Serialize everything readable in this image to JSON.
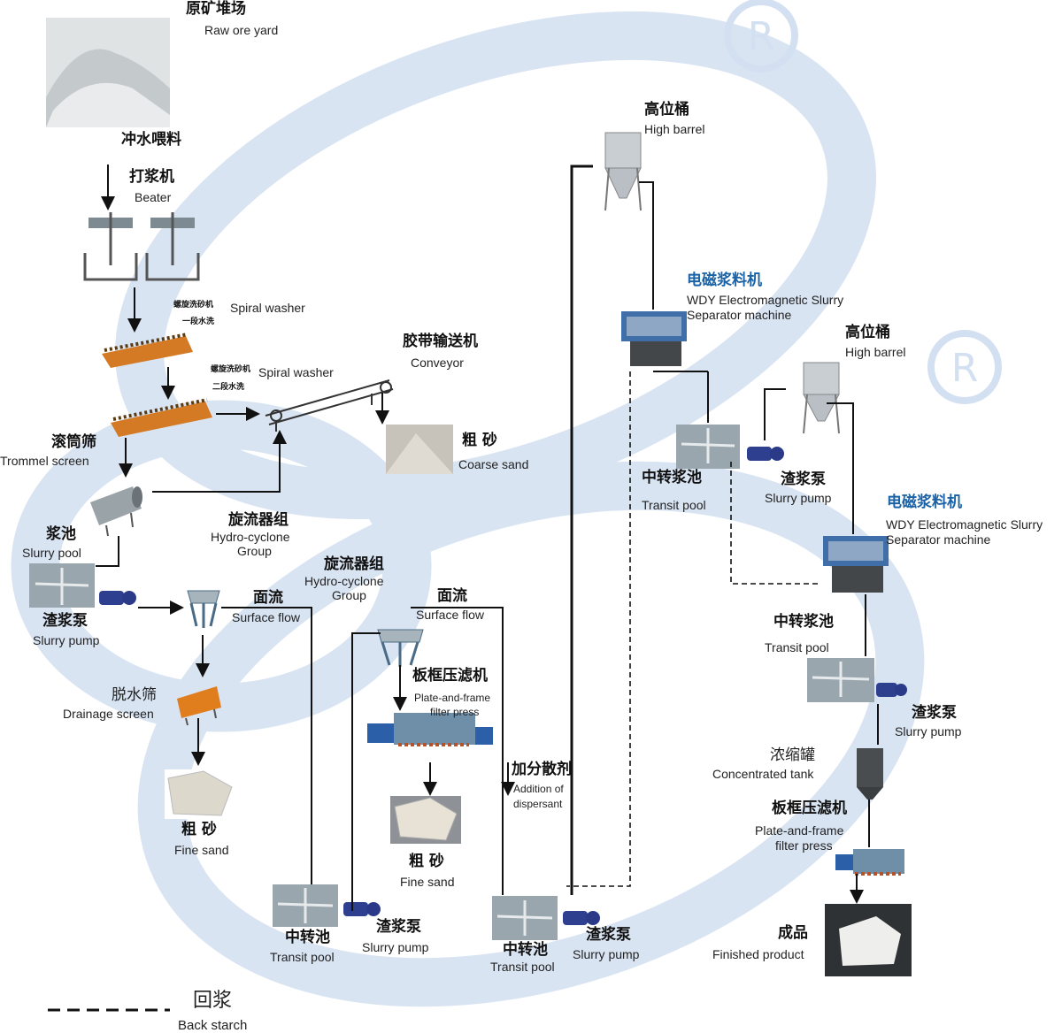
{
  "legend": {
    "zh": "回浆",
    "en": "Back starch"
  },
  "labels": {
    "raw_ore": {
      "zh": "原矿堆场",
      "en": "Raw ore yard"
    },
    "water_feed": {
      "zh": "冲水喂料"
    },
    "beater": {
      "zh": "打浆机",
      "en": "Beater"
    },
    "spiral1": {
      "zh1": "螺旋洗砂机",
      "zh2": "一段水洗",
      "en": "Spiral washer"
    },
    "spiral2": {
      "zh1": "螺旋洗砂机",
      "zh2": "二段水洗",
      "en": "Spiral washer"
    },
    "conveyor": {
      "zh": "胶带输送机",
      "en": "Conveyor"
    },
    "coarse1": {
      "zh": "粗  砂",
      "en": "Coarse sand"
    },
    "trommel": {
      "zh": "滚筒筛",
      "en": "Trommel screen"
    },
    "slurry_pool": {
      "zh": "浆池",
      "en": "Slurry pool"
    },
    "pump1": {
      "zh": "渣浆泵",
      "en": "Slurry pump"
    },
    "hydro1": {
      "zh": "旋流器组",
      "en1": "Hydro-cyclone",
      "en2": "Group"
    },
    "surface1": {
      "zh": "面流",
      "en": "Surface flow"
    },
    "drain": {
      "zh": "脱水筛",
      "en": "Drainage screen"
    },
    "fine": {
      "zh": "粗  砂",
      "en": "Fine sand"
    },
    "hydro2": {
      "zh": "旋流器组",
      "en1": "Hydro-cyclone",
      "en2": "Group"
    },
    "surface2": {
      "zh": "面流",
      "en": "Surface flow"
    },
    "filter1": {
      "zh": "板框压滤机",
      "en1": "Plate-and-frame",
      "en2": "filter press"
    },
    "fine2": {
      "zh": "粗  砂",
      "en": "Fine sand"
    },
    "dispersant": {
      "zh": "加分散剂",
      "en1": "Addition of",
      "en2": "dispersant"
    },
    "transit1": {
      "zh": "中转池",
      "en": "Transit pool"
    },
    "pump2": {
      "zh": "渣浆泵",
      "en": "Slurry pump"
    },
    "transit2": {
      "zh": "中转池",
      "en": "Transit pool"
    },
    "pump3": {
      "zh": "渣浆泵",
      "en": "Slurry pump"
    },
    "barrel1": {
      "zh": "高位桶",
      "en": "High barrel"
    },
    "sep1": {
      "zh": "电磁浆料机",
      "en1": "WDY Electromagnetic Slurry",
      "en2": "Separator machine"
    },
    "transit3": {
      "zh": "中转浆池",
      "en": "Transit pool"
    },
    "pump4": {
      "zh": "渣浆泵",
      "en": "Slurry pump"
    },
    "barrel2": {
      "zh": "高位桶",
      "en": "High barrel"
    },
    "sep2": {
      "zh": "电磁浆料机",
      "en1": "WDY Electromagnetic Slurry",
      "en2": "Separator machine"
    },
    "transit4": {
      "zh": "中转浆池",
      "en": "Transit pool"
    },
    "pump5": {
      "zh": "渣浆泵",
      "en": "Slurry pump"
    },
    "tank": {
      "zh": "浓缩罐",
      "en": "Concentrated tank"
    },
    "filter2": {
      "zh": "板框压滤机",
      "en1": "Plate-and-frame",
      "en2": "filter press"
    },
    "product": {
      "zh": "成品",
      "en": "Finished product"
    }
  },
  "watermark": {
    "mark": "®"
  },
  "colors": {
    "watermark": "#c9d8ee",
    "line": "#111111",
    "accent": "#1b63a6"
  }
}
